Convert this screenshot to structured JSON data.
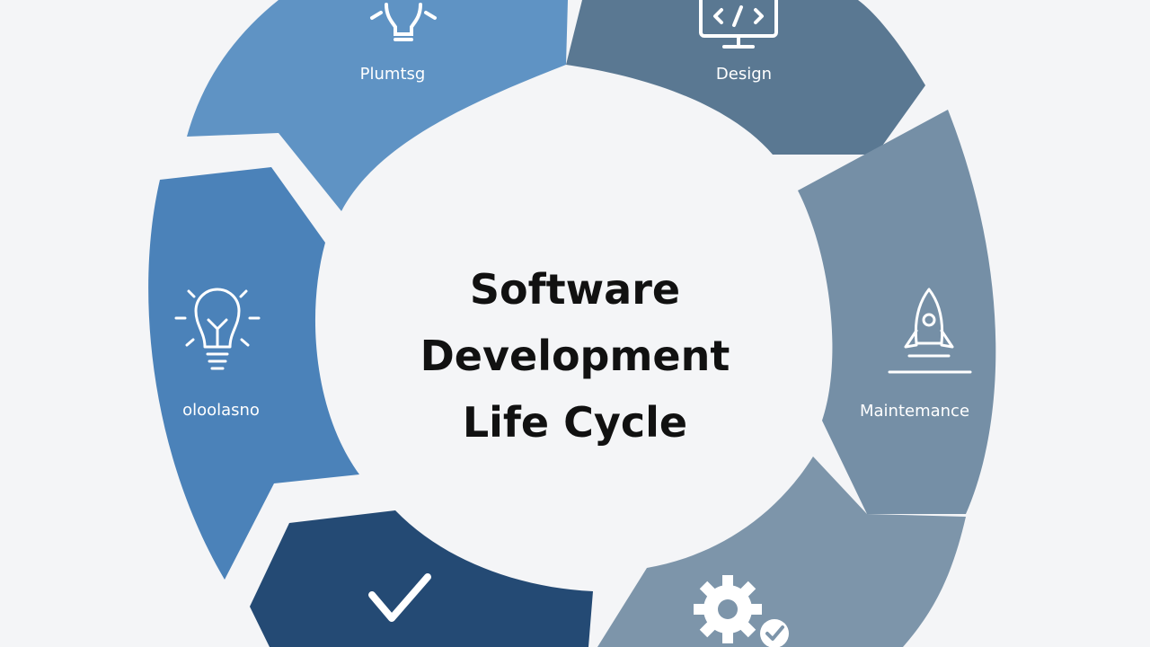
{
  "title": {
    "line1": "Software",
    "line2": "Development",
    "line3": "Life Cycle"
  },
  "segments": [
    {
      "label": "Plumtsg",
      "icon": "lightbulb-icon",
      "color": "#5f93c4"
    },
    {
      "label": "Design",
      "icon": "code-monitor-icon",
      "color": "#5a7892"
    },
    {
      "label": "Maintemance",
      "icon": "rocket-icon",
      "color": "#758fa6"
    },
    {
      "label": "",
      "icon": "gear-check-icon",
      "color": "#7d95aa"
    },
    {
      "label": "",
      "icon": "checkmark-icon",
      "color": "#244a74"
    },
    {
      "label": "oloolasno",
      "icon": "lightbulb-icon",
      "color": "#4b82b9"
    }
  ]
}
